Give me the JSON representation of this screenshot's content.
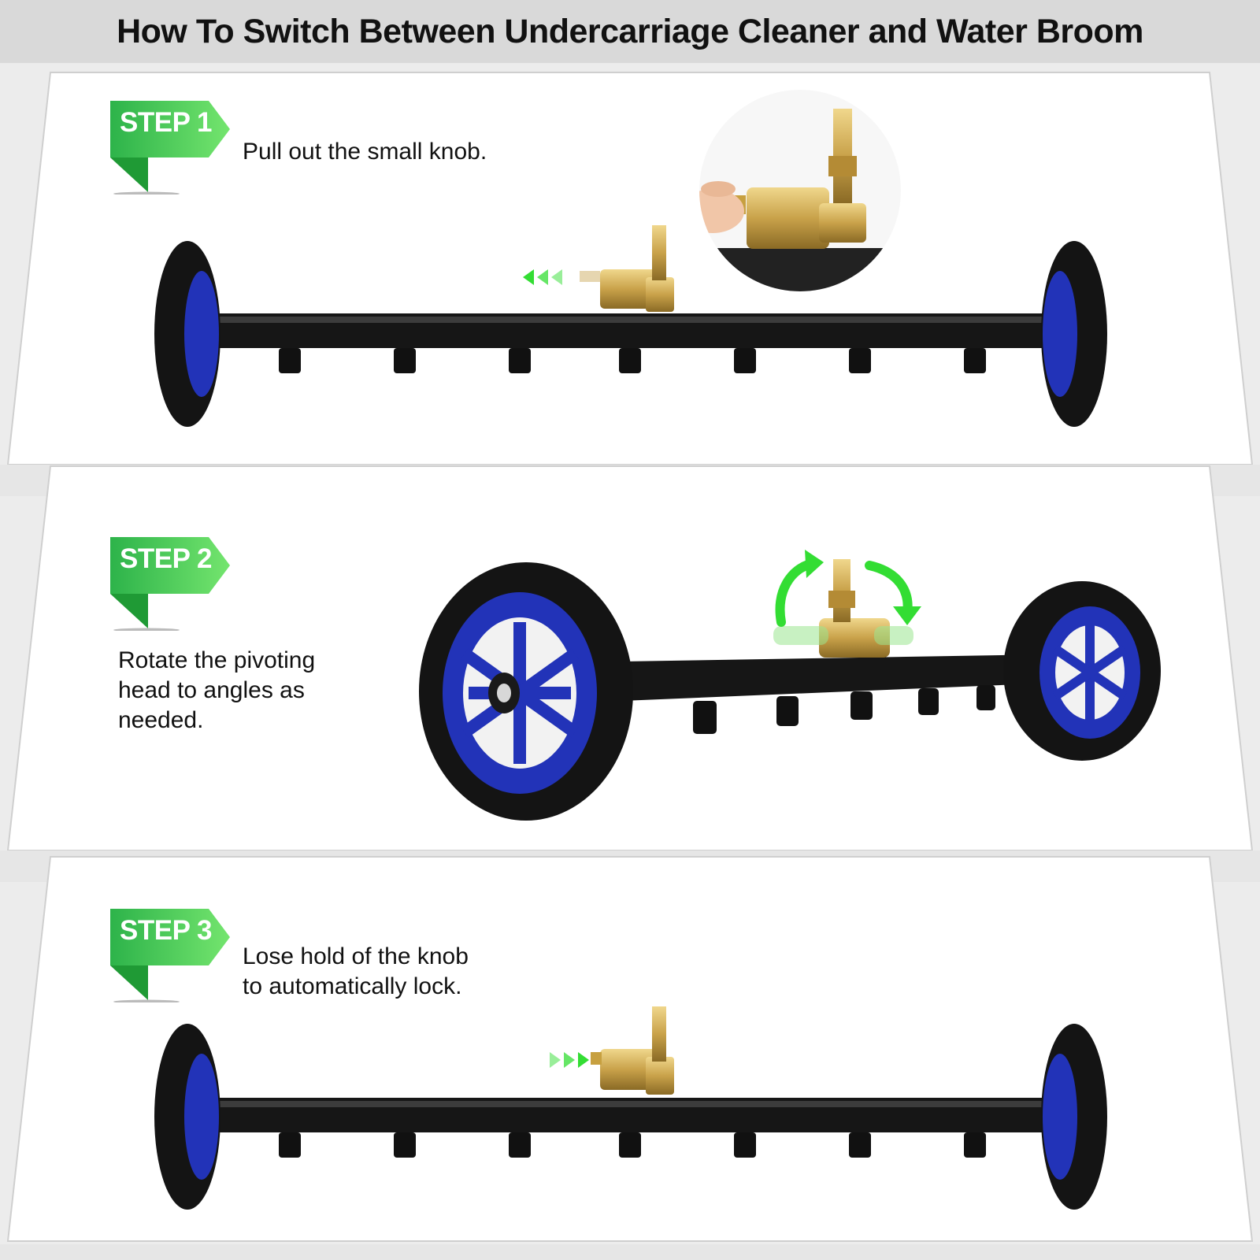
{
  "header": {
    "title": "How To Switch Between Undercarriage Cleaner and Water Broom"
  },
  "steps": [
    {
      "label": "STEP 1",
      "instruction_lines": [
        "Pull out the small knob."
      ]
    },
    {
      "label": "STEP 2",
      "instruction_lines": [
        "Rotate the pivoting",
        "head to angles as",
        "needed."
      ]
    },
    {
      "label": "STEP 3",
      "instruction_lines": [
        "Lose hold of the knob",
        "to automatically lock."
      ]
    }
  ],
  "colors": {
    "badge_green_light": "#6fe36b",
    "badge_green_dark": "#1fa83a",
    "arrow_green": "#33dd33",
    "wheel_blue": "#1f2fb0",
    "brass": "#c9a24a",
    "pipe_black": "#161616"
  }
}
